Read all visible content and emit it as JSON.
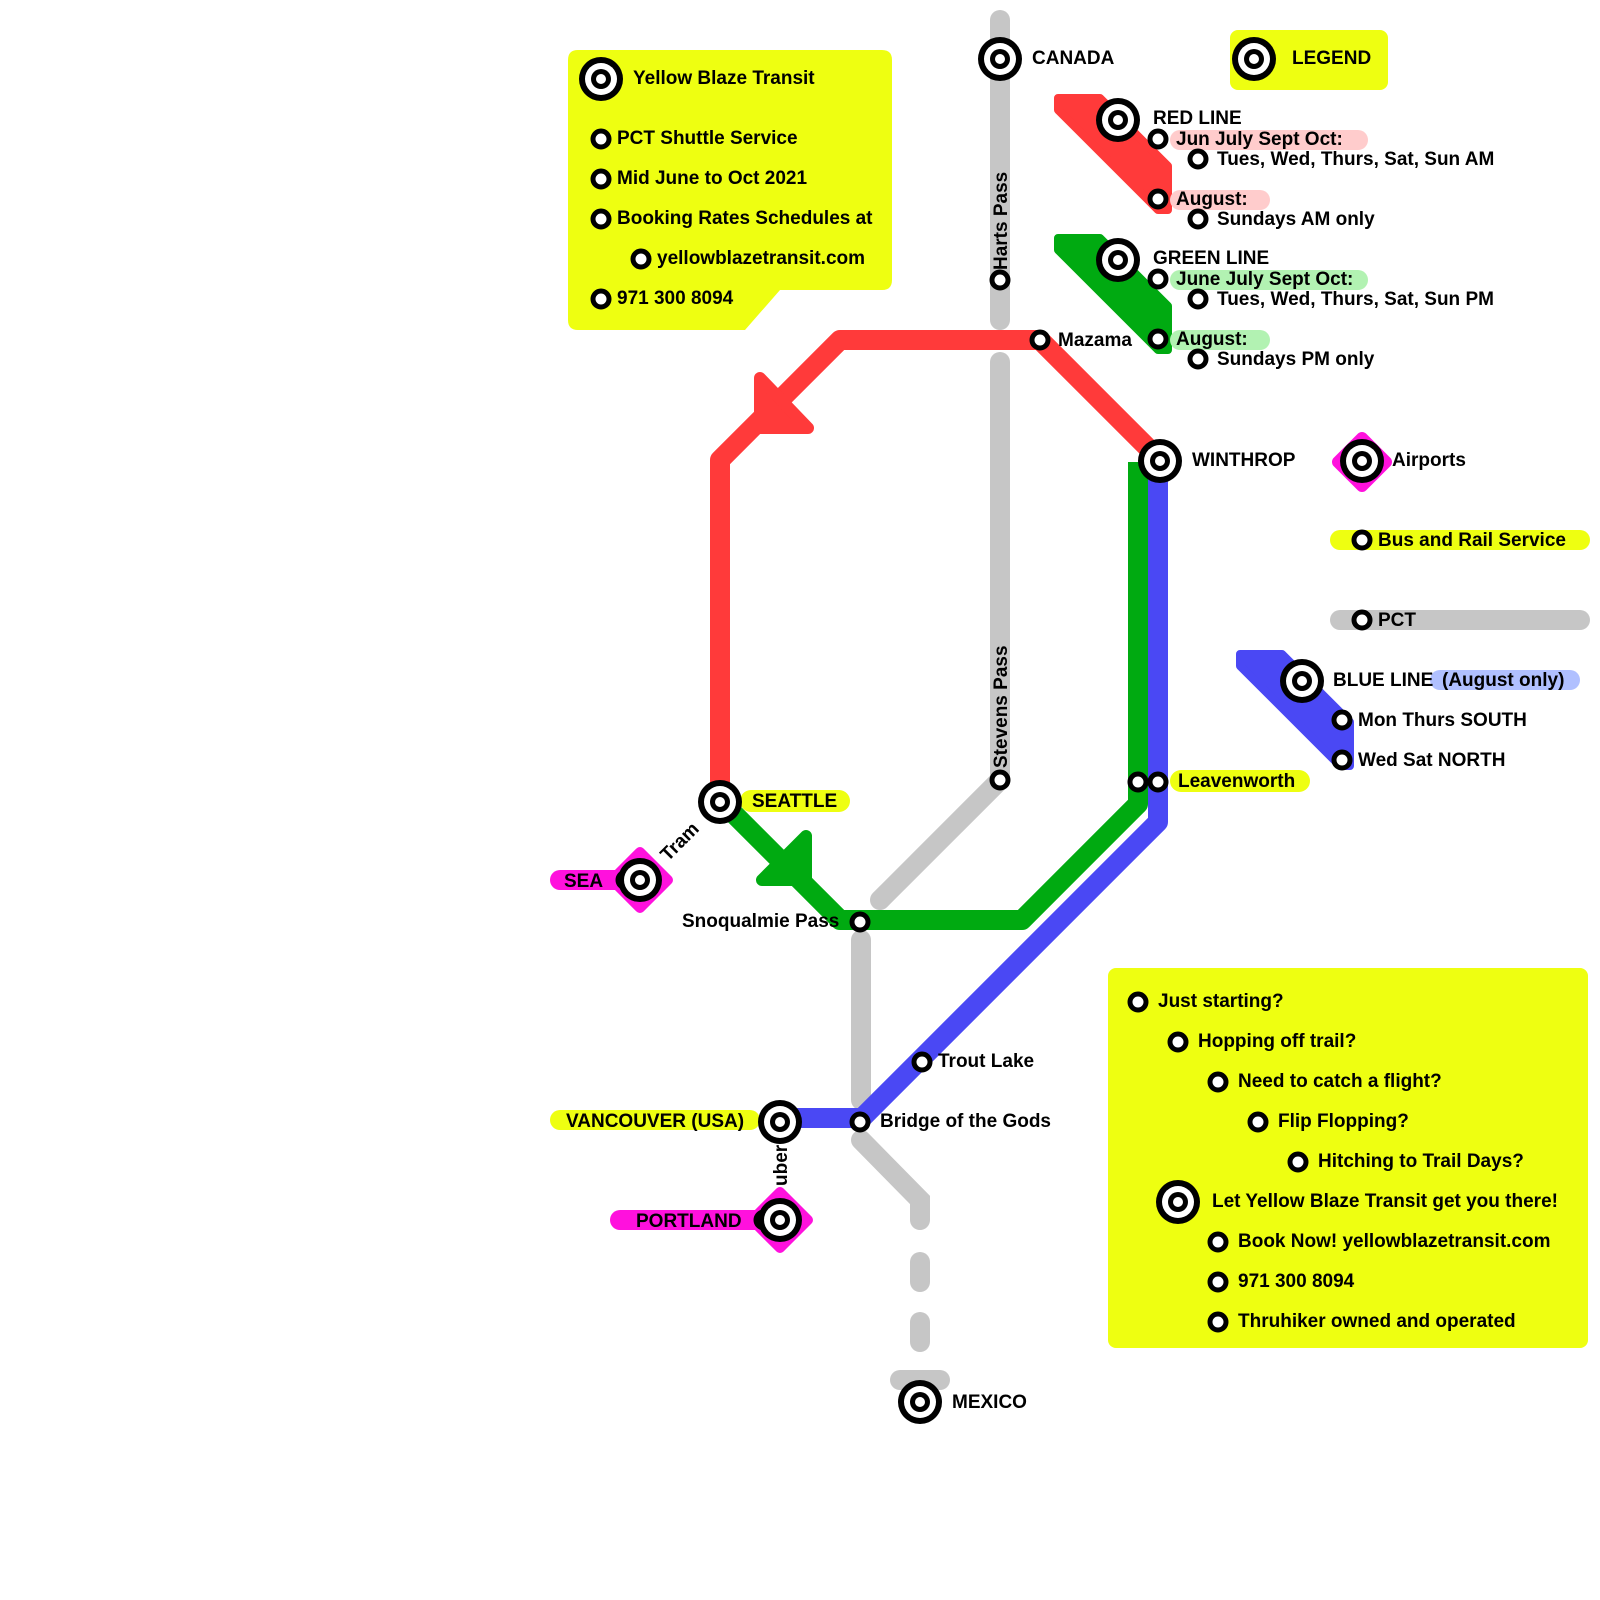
{
  "colors": {
    "yellow": "#eeff11",
    "red": "#ff3a3a",
    "green": "#00aa11",
    "blue": "#4a48f4",
    "gray": "#c6c6c6",
    "magenta": "#ff11dd",
    "pink_bg": "#ffcccc",
    "green_bg": "#b2f2b2",
    "blue_bg": "#b0c0ff"
  },
  "info_box": {
    "title": "Yellow Blaze Transit",
    "lines": [
      "PCT Shuttle Service",
      "Mid June to Oct 2021",
      "Booking Rates Schedules at",
      "yellowblazetransit.com",
      "971 300 8094"
    ]
  },
  "stations": {
    "canada": "CANADA",
    "harts_pass": "Harts Pass",
    "mazama": "Mazama",
    "winthrop": "WINTHROP",
    "stevens_pass": "Stevens Pass",
    "leavenworth": "Leavenworth",
    "seattle": "SEATTLE",
    "sea": "SEA",
    "tram": "Tram",
    "snoqualmie_pass": "Snoqualmie Pass",
    "trout_lake": "Trout Lake",
    "bridge_of_the_gods": "Bridge of the Gods",
    "vancouver": "VANCOUVER (USA)",
    "uber": "uber",
    "portland": "PORTLAND",
    "mexico": "MEXICO"
  },
  "legend": {
    "title": "LEGEND",
    "red_line": {
      "name": "RED LINE",
      "season1": "Jun July Sept Oct:",
      "days1": "Tues, Wed, Thurs, Sat, Sun AM",
      "season2": "August:",
      "days2": "Sundays AM only"
    },
    "green_line": {
      "name": "GREEN LINE",
      "season1": "June July Sept Oct:",
      "days1": "Tues, Wed, Thurs, Sat, Sun PM",
      "season2": "August:",
      "days2": "Sundays PM only"
    },
    "airports": "Airports",
    "bus_rail": "Bus and Rail Service",
    "pct": "PCT",
    "blue_line": {
      "name": "BLUE LINE",
      "note": "(August only)",
      "south": "Mon Thurs SOUTH",
      "north": "Wed Sat NORTH"
    }
  },
  "promo_box": {
    "questions": [
      "Just starting?",
      "Hopping off trail?",
      "Need to catch a flight?",
      "Flip Flopping?",
      "Hitching to Trail Days?"
    ],
    "headline": "Let Yellow Blaze Transit get you there!",
    "details": [
      "Book Now! yellowblazetransit.com",
      "971 300 8094",
      "Thruhiker owned and operated"
    ]
  }
}
